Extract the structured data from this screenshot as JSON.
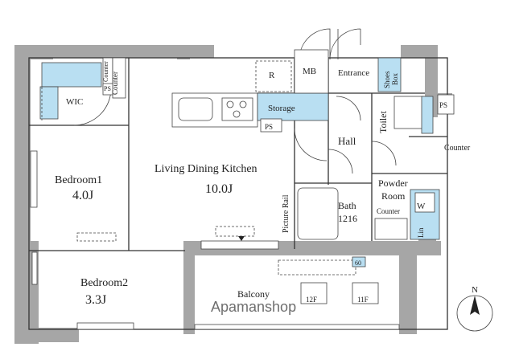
{
  "rooms": {
    "wic": "WIC",
    "bedroom1": {
      "name": "Bedroom1",
      "size": "4.0J"
    },
    "bedroom2": {
      "name": "Bedroom2",
      "size": "3.3J"
    },
    "ldk": {
      "name": "Living Dining Kitchen",
      "size": "10.0J"
    },
    "storage": "Storage",
    "mb": "MB",
    "entrance": "Entrance",
    "shoes_box": [
      "Shoes",
      "Box"
    ],
    "toilet": "Toilet",
    "hall": "Hall",
    "bath": {
      "name": "Bath",
      "size": "1216"
    },
    "powder_room": [
      "Powder",
      "Room"
    ],
    "balcony": "Balcony"
  },
  "fixtures": {
    "ps": "PS",
    "counter": "Counter",
    "r": "R",
    "picture_rail": "Picture Rail",
    "w": "W",
    "lin": "Lin",
    "f12": "12F",
    "f11": "11F",
    "sixty": "60"
  },
  "compass": {
    "north": "N"
  },
  "watermark": "Apamanshop",
  "colors": {
    "wall": "#a6a6a6",
    "fixture_blue": "#b9dff2"
  }
}
